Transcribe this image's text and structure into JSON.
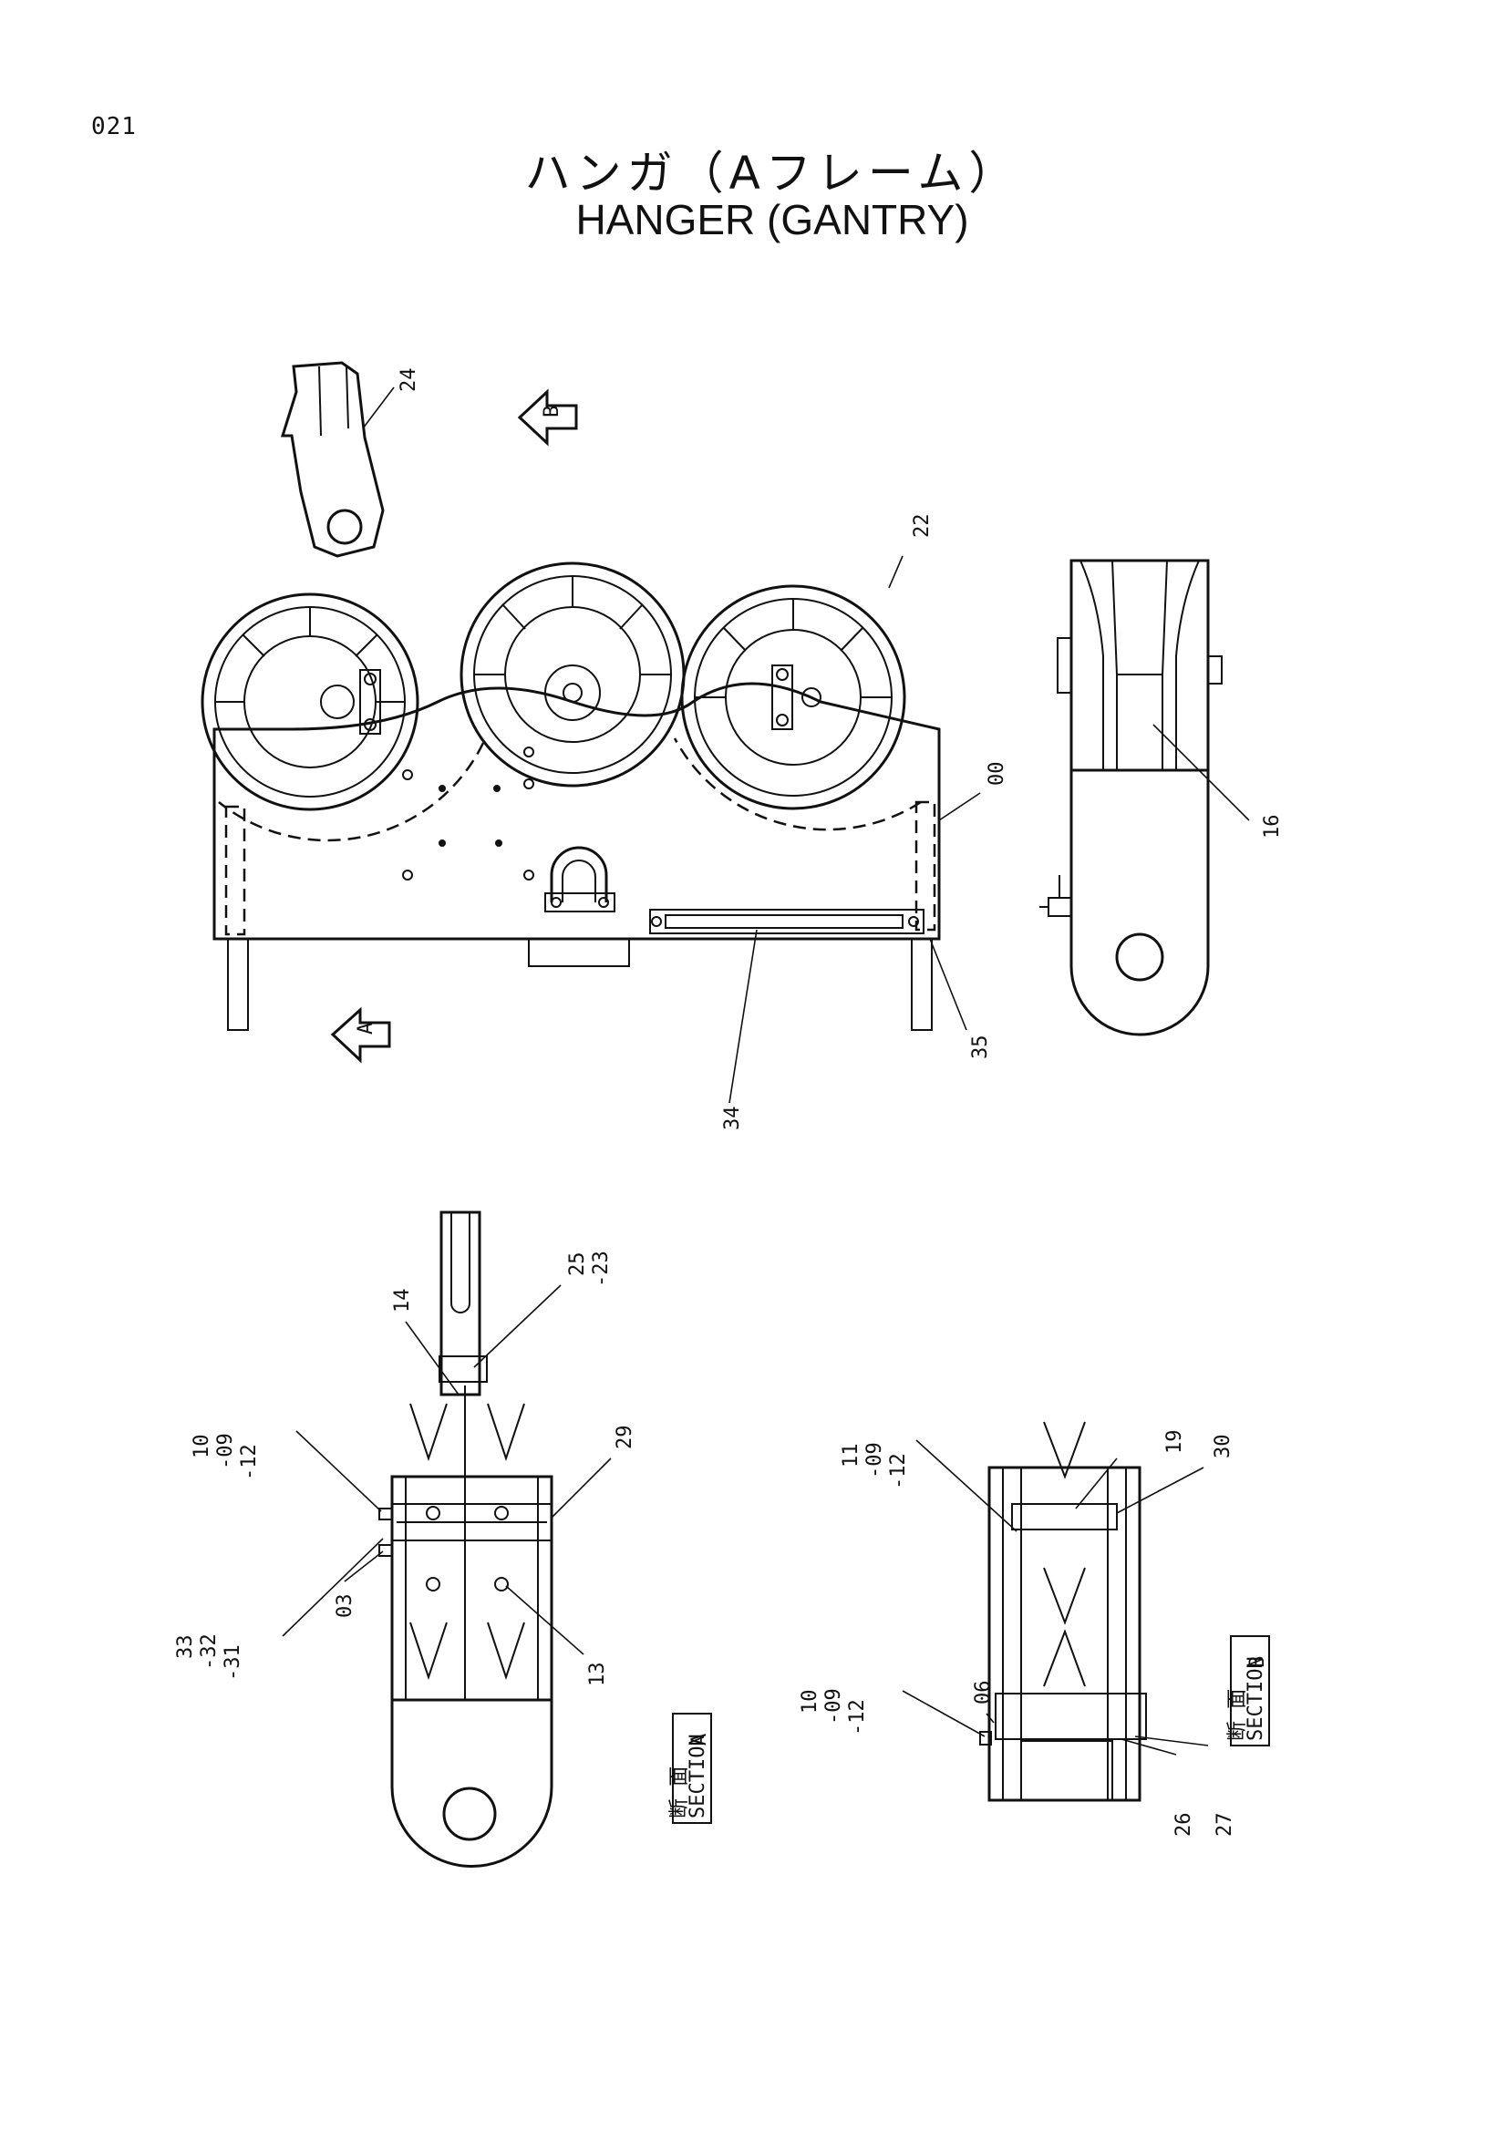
{
  "page": {
    "number": "021"
  },
  "title": {
    "japanese": "ハンガ（Aフレーム）",
    "english": "HANGER (GANTRY)"
  },
  "views": {
    "arrow_a": "A",
    "arrow_b": "B",
    "section_a": {
      "kanji": "断 面",
      "word": "SECTION",
      "letter": "A"
    },
    "section_b": {
      "kanji": "断 面",
      "word": "SECTION",
      "letter": "B"
    }
  },
  "callouts": {
    "c24": "24",
    "c22": "22",
    "c00": "00",
    "c16": "16",
    "c35": "35",
    "c34": "34",
    "c25_23": "25\n-23",
    "c14": "14",
    "c10_09_12_a": "10\n-09\n-12",
    "c29": "29",
    "c33_32_31": "33\n-32\n-31",
    "c03": "03",
    "c13": "13",
    "c11_09_12": "11\n-09\n-12",
    "c19": "19",
    "c30": "30",
    "c10_09_12_b": "10\n-09\n-12",
    "c06": "06",
    "c26": "26",
    "c27": "27"
  }
}
